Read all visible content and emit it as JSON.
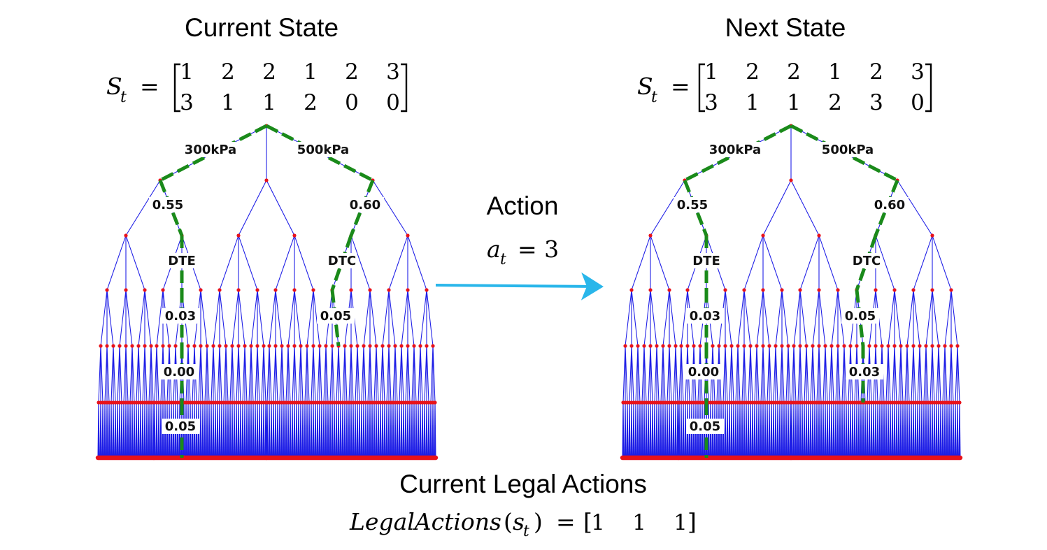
{
  "panels": {
    "current": {
      "title": "Current State",
      "state": {
        "symbol": "S",
        "sub": "t",
        "eq": "=",
        "rows": [
          [
            "1",
            "2",
            "2",
            "1",
            "2",
            "3"
          ],
          [
            "3",
            "1",
            "1",
            "2",
            "0",
            "0"
          ]
        ]
      },
      "tree": {
        "labels": {
          "l1a": "300kPa",
          "l1b": "500kPa",
          "l2a": "0.55",
          "l2b": "0.60",
          "l3a": "DTE",
          "l3b": "DTC",
          "l4a": "0.03",
          "l4b": "0.05",
          "l5a": "0.00",
          "l6a": "0.05"
        }
      }
    },
    "next": {
      "title": "Next State",
      "state": {
        "symbol": "S",
        "sub": "t",
        "eq": "=",
        "rows": [
          [
            "1",
            "2",
            "2",
            "1",
            "2",
            "3"
          ],
          [
            "3",
            "1",
            "1",
            "2",
            "3",
            "0"
          ]
        ]
      },
      "tree": {
        "labels": {
          "l1a": "300kPa",
          "l1b": "500kPa",
          "l2a": "0.55",
          "l2b": "0.60",
          "l3a": "DTE",
          "l3b": "DTC",
          "l4a": "0.03",
          "l4b": "0.05",
          "l5a": "0.00",
          "l5b": "0.03",
          "l6a": "0.05"
        }
      }
    }
  },
  "action": {
    "title": "Action",
    "symbol": "a",
    "sub": "t",
    "eq": "= 3",
    "arrow_color": "#29b6ea"
  },
  "legal": {
    "title": "Current Legal Actions",
    "func": "LegalActions",
    "arg": "s",
    "arg_sub": "t",
    "eq": "=",
    "values": [
      "1",
      "1",
      "1"
    ]
  },
  "colors": {
    "edge": "#1f1fe6",
    "node": "#e8121a",
    "path": "#1a8a1a",
    "arrow": "#29b6ea"
  }
}
